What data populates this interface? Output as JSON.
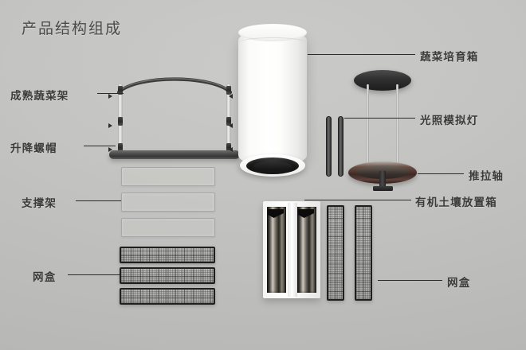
{
  "page": {
    "title": "产品结构组成",
    "background_color": "#c4c4c2",
    "leader_line_color": "#2b2b2b",
    "label_color": "#3b3b3b"
  },
  "labels": {
    "mature_vegetable_rack": "成熟蔬菜架",
    "lifting_nut": "升降螺帽",
    "support_frame": "支撑架",
    "mesh_box_left": "网盒",
    "vegetable_cultivation_box": "蔬菜培育箱",
    "light_simulation_lamp": "光照模拟灯",
    "push_pull_shaft": "推拉轴",
    "organic_soil_box": "有机土壤放置箱",
    "mesh_box_right": "网盒"
  },
  "components": {
    "rack": {
      "name": "成熟蔬菜架",
      "post_count": 2,
      "nut_markers": 6
    },
    "support_frames": {
      "name": "支撑架",
      "count": 3
    },
    "mesh_trays": {
      "name": "网盒",
      "count": 3,
      "orientation": "horizontal"
    },
    "mesh_panels": {
      "name": "网盒",
      "count": 2,
      "orientation": "vertical"
    },
    "cylinder": {
      "name": "蔬菜培育箱",
      "color": "#ffffff"
    },
    "lamp": {
      "name": "光照模拟灯",
      "disc_color": "#2a2a2a",
      "rod_count": 2
    },
    "shaft": {
      "name": "推拉轴",
      "disc_color": "#3e2a24"
    },
    "soil_box": {
      "name": "有机土壤放置箱",
      "slot_count": 2
    },
    "thin_rods": {
      "count": 2
    }
  }
}
